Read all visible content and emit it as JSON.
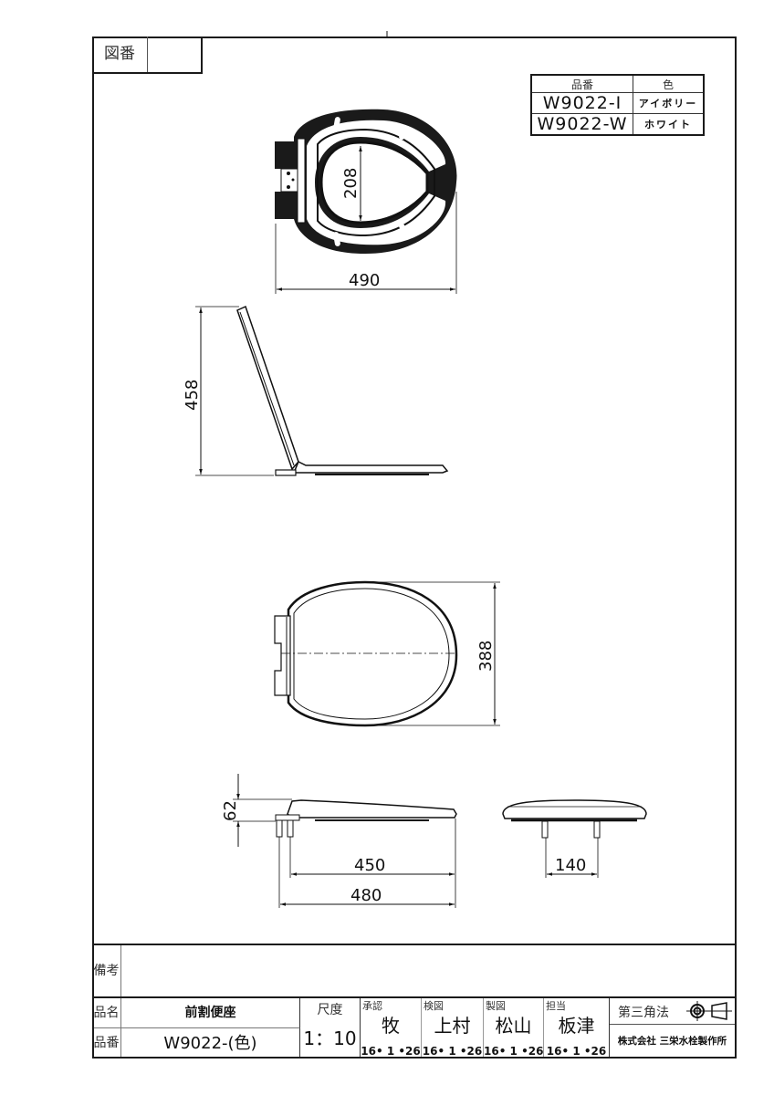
{
  "drawing_number": {
    "label": "図番",
    "value": ""
  },
  "color_table": {
    "headers": {
      "part_no": "品番",
      "color": "色"
    },
    "rows": [
      {
        "part_no": "W9022-I",
        "color": "アイボリー"
      },
      {
        "part_no": "W9022-W",
        "color": "ホワイト"
      }
    ]
  },
  "views": {
    "top_view": {
      "dims": {
        "opening_width": "208",
        "overall_length": "490"
      }
    },
    "side_view_open": {
      "dims": {
        "open_height": "458"
      }
    },
    "plan_view": {
      "dims": {
        "width": "388"
      }
    },
    "side_view_closed": {
      "dims": {
        "height": "62",
        "bolt_to_front": "450",
        "overall_length": "480"
      }
    },
    "rear_view": {
      "dims": {
        "bolt_spacing": "140"
      }
    }
  },
  "title_block": {
    "remarks_label": "備考",
    "remarks_value": "",
    "product_name_label": "品名",
    "product_name": "前割便座",
    "part_no_label": "品番",
    "part_no": "W9022-(色)",
    "scale_label": "尺度",
    "scale": "1：10",
    "approvals": [
      {
        "role": "承認",
        "name": "牧",
        "date": "16• 1 •26"
      },
      {
        "role": "検図",
        "name": "上村",
        "date": "16• 1 •26"
      },
      {
        "role": "製図",
        "name": "松山",
        "date": "16• 1 •26"
      },
      {
        "role": "担当",
        "name": "板津",
        "date": "16• 1 •26"
      }
    ],
    "projection": "第三角法",
    "company": "株式会社 三栄水栓製作所"
  }
}
